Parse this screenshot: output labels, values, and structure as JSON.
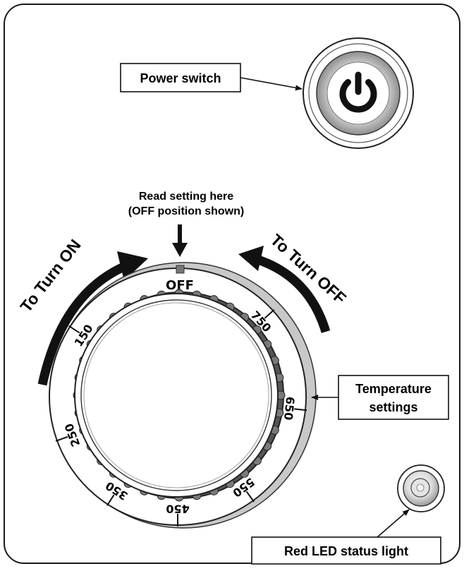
{
  "labels": {
    "power_switch": "Power switch",
    "read_line1": "Read setting here",
    "read_line2": "(OFF position shown)",
    "turn_on": "To Turn ON",
    "turn_off": "To Turn OFF",
    "temp_line1": "Temperature",
    "temp_line2": "settings",
    "led": "Red LED status light"
  },
  "dial": {
    "off_label": "OFF",
    "scale": [
      "150",
      "250",
      "350",
      "450",
      "550",
      "650",
      "750"
    ]
  },
  "icons": {
    "power": "power-icon",
    "led": "led-light-icon"
  }
}
